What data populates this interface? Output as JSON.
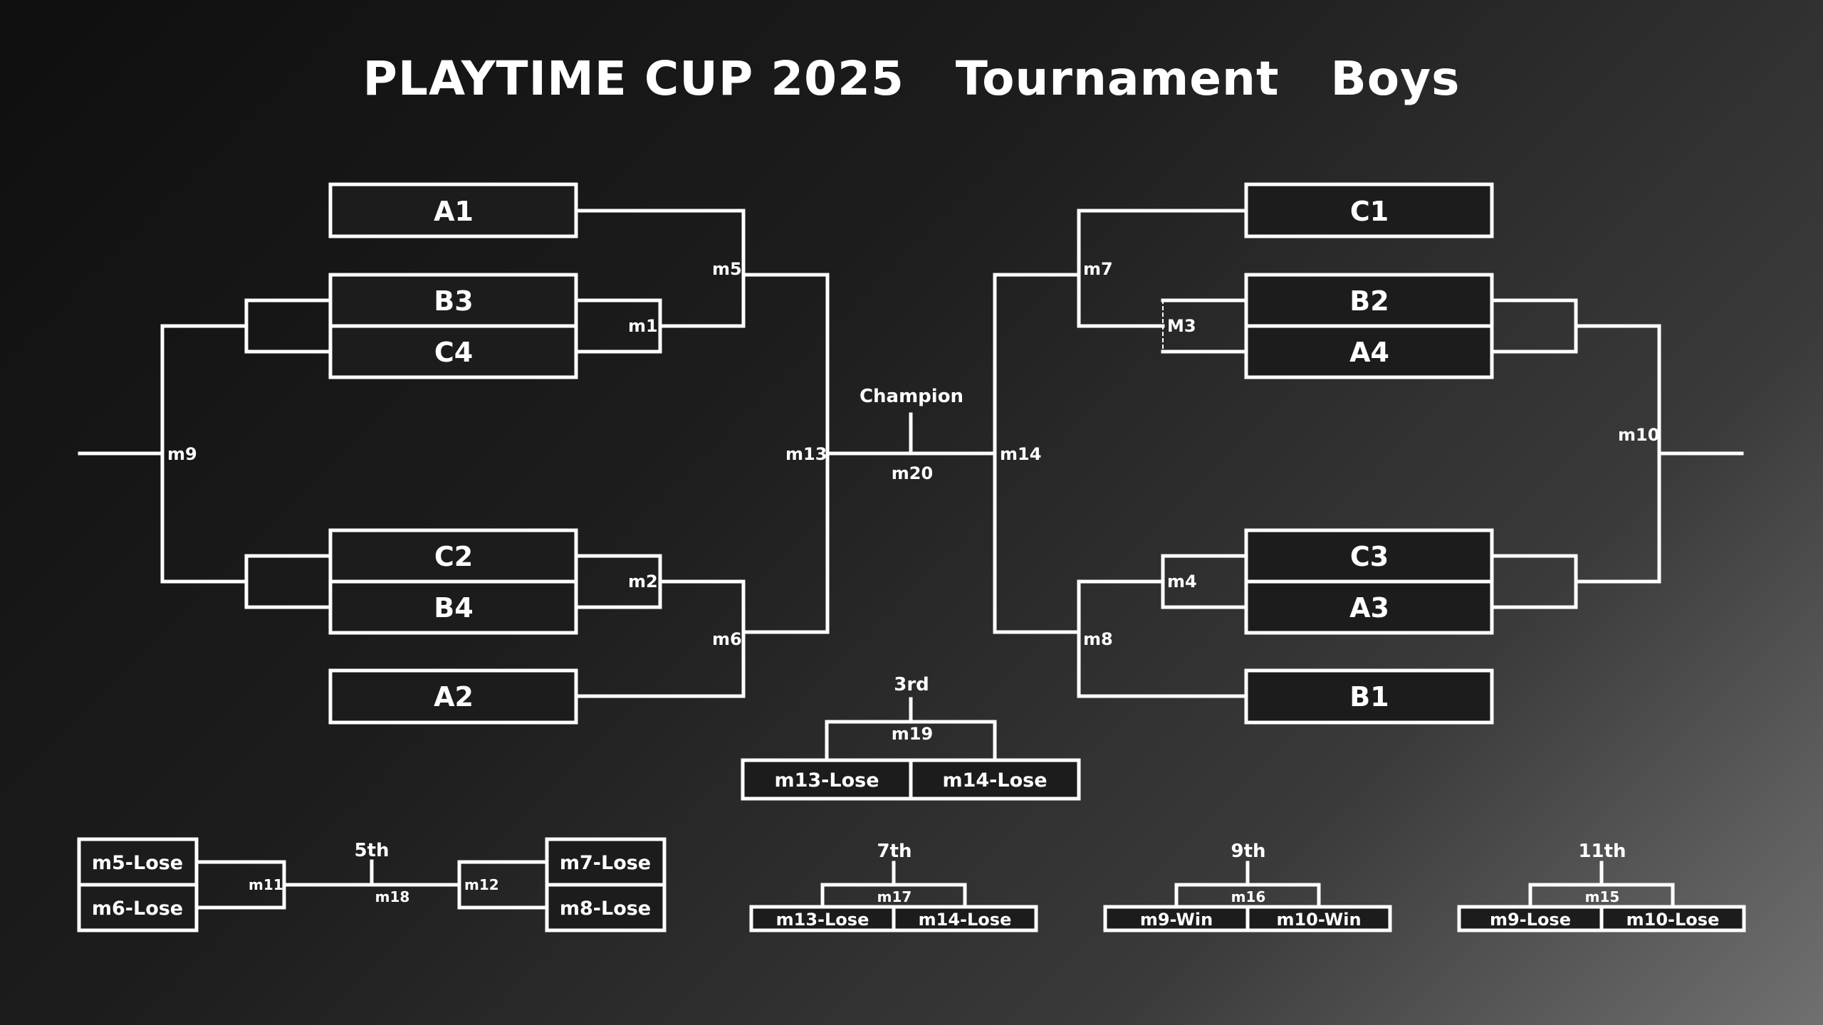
{
  "title": "PLAYTIME CUP 2025   Tournament   Boys",
  "teams": {
    "a1": "A1",
    "b3": "B3",
    "c4": "C4",
    "c2": "C2",
    "b4": "B4",
    "a2": "A2",
    "c1": "C1",
    "b2": "B2",
    "a4": "A4",
    "c3": "C3",
    "a3": "A3",
    "b1": "B1"
  },
  "matches": {
    "m1": "m1",
    "m2": "m2",
    "m3": "M3",
    "m4": "m4",
    "m5": "m5",
    "m6": "m6",
    "m7": "m7",
    "m8": "m8",
    "m9": "m9",
    "m10": "m10",
    "m11": "m11",
    "m12": "m12",
    "m13": "m13",
    "m14": "m14",
    "m15": "m15",
    "m16": "m16",
    "m17": "m17",
    "m18": "m18",
    "m19": "m19",
    "m20": "m20"
  },
  "places": {
    "champion": "Champion",
    "third": "3rd",
    "fifth": "5th",
    "seventh": "7th",
    "ninth": "9th",
    "eleventh": "11th"
  },
  "third_place": {
    "left": "m13-Lose",
    "right": "m14-Lose"
  },
  "fifth_place": {
    "left_top": "m5-Lose",
    "left_bottom": "m6-Lose",
    "right_top": "m7-Lose",
    "right_bottom": "m8-Lose"
  },
  "seventh_place": {
    "left": "m13-Lose",
    "right": "m14-Lose"
  },
  "ninth_place": {
    "left": "m9-Win",
    "right": "m10-Win"
  },
  "eleventh_place": {
    "left": "m9-Lose",
    "right": "m10-Lose"
  },
  "colors": {
    "line": "#ffffff",
    "box_fill": "#1c1c1c"
  }
}
